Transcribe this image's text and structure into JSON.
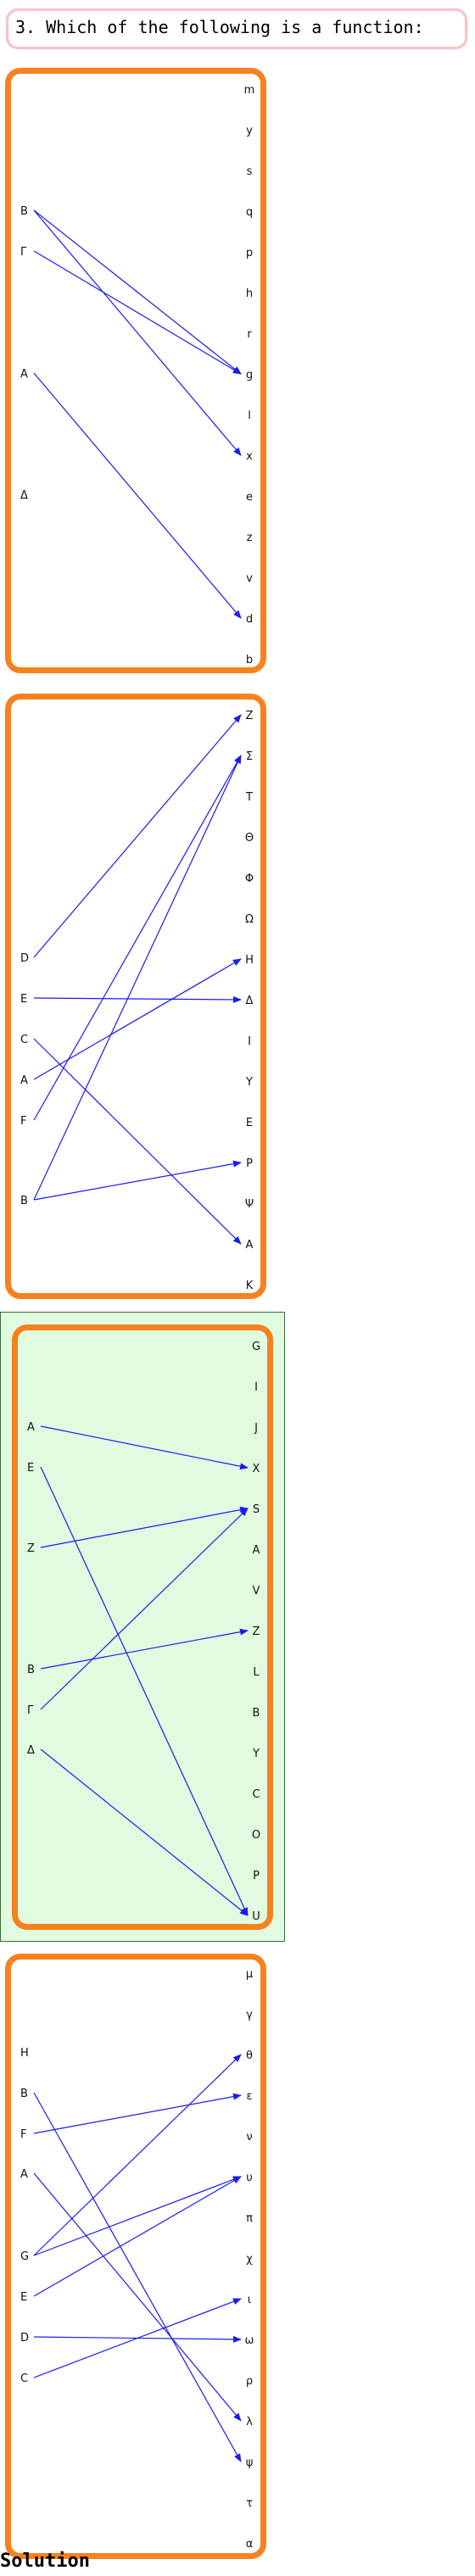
{
  "question": "3. Which of the following is a function:",
  "solution_label": "Solution",
  "colors": {
    "frame": "#f6821f",
    "arrow": "#1a1aee",
    "highlight_bg": "#e0fbe0",
    "highlight_border": "#3a6b3a",
    "question_border": "#f7c4c4"
  },
  "highlighted_panel": 2,
  "panels": [
    {
      "left": [
        "B",
        "Γ",
        "A",
        "Δ"
      ],
      "right": [
        "m",
        "y",
        "s",
        "q",
        "p",
        "h",
        "r",
        "g",
        "l",
        "x",
        "e",
        "z",
        "v",
        "d",
        "b"
      ],
      "arrows": [
        [
          "B",
          "g"
        ],
        [
          "B",
          "x"
        ],
        [
          "Γ",
          "g"
        ],
        [
          "A",
          "d"
        ]
      ]
    },
    {
      "left": [
        "D",
        "E",
        "C",
        "A",
        "F",
        "B"
      ],
      "right": [
        "Z",
        "Σ",
        "T",
        "Θ",
        "Φ",
        "Ω",
        "H",
        "Δ",
        "I",
        "Y",
        "E",
        "P",
        "Ψ",
        "A",
        "K"
      ],
      "arrows": [
        [
          "D",
          "Z"
        ],
        [
          "E",
          "Δ"
        ],
        [
          "C",
          "A"
        ],
        [
          "A",
          "H"
        ],
        [
          "F",
          "Σ"
        ],
        [
          "B",
          "Σ"
        ],
        [
          "B",
          "P"
        ]
      ]
    },
    {
      "left": [
        "A",
        "E",
        "Z",
        "B",
        "Γ",
        "Δ"
      ],
      "right": [
        "G",
        "I",
        "J",
        "X",
        "S",
        "A",
        "V",
        "Z",
        "L",
        "B",
        "Y",
        "C",
        "O",
        "P",
        "U"
      ],
      "arrows": [
        [
          "A",
          "X"
        ],
        [
          "E",
          "U"
        ],
        [
          "Z",
          "S"
        ],
        [
          "B",
          "Z"
        ],
        [
          "Γ",
          "S"
        ],
        [
          "Δ",
          "U"
        ]
      ]
    },
    {
      "left": [
        "H",
        "B",
        "F",
        "A",
        "G",
        "E",
        "D",
        "C"
      ],
      "right": [
        "μ",
        "γ",
        "θ",
        "ε",
        "ν",
        "υ",
        "π",
        "χ",
        "ι",
        "ω",
        "ρ",
        "λ",
        "ψ",
        "τ",
        "α"
      ],
      "arrows": [
        [
          "B",
          "ψ"
        ],
        [
          "F",
          "ε"
        ],
        [
          "A",
          "λ"
        ],
        [
          "G",
          "θ"
        ],
        [
          "G",
          "υ"
        ],
        [
          "E",
          "υ"
        ],
        [
          "D",
          "ω"
        ],
        [
          "C",
          "ι"
        ]
      ]
    }
  ]
}
